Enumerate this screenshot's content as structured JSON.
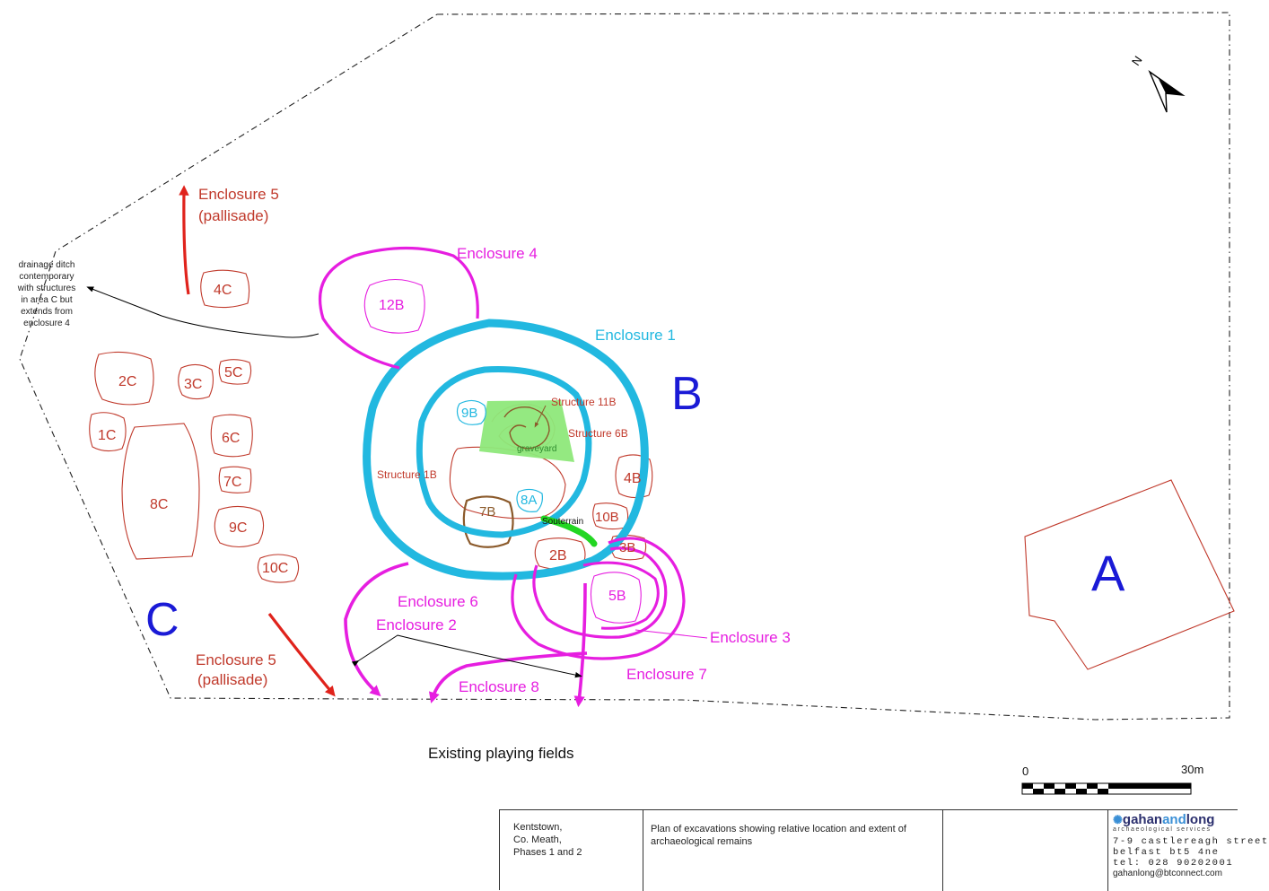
{
  "areas": {
    "a": "A",
    "b": "B",
    "c": "C"
  },
  "north": "N",
  "enclosures": {
    "e1": "Enclosure 1",
    "e2": "Enclosure 2",
    "e3": "Enclosure 3",
    "e4": "Enclosure 4",
    "e5": "Enclosure 5",
    "pallisade": "(pallisade)",
    "e6": "Enclosure 6",
    "e7": "Enclosure 7",
    "e8": "Enclosure 8"
  },
  "structures": {
    "s12b": "12B",
    "s9b": "9B",
    "s8a": "8A",
    "s7b": "7B",
    "s4b": "4B",
    "s10b": "10B",
    "s3b": "3B",
    "s2b": "2B",
    "s5b": "5B",
    "s4c": "4C",
    "s2c": "2C",
    "s3c": "3C",
    "s5c": "5C",
    "s1c": "1C",
    "s6c": "6C",
    "s7c": "7C",
    "s8c": "8C",
    "s9c": "9C",
    "s10c": "10C",
    "s11b": "Structure 11B",
    "s6b": "Structure 6B",
    "s1b": "Structure 1B",
    "souterrain": "Souterrain",
    "graveyard": "graveyard"
  },
  "drainage_note": [
    "drainage ditch",
    "contemporary",
    "with structures",
    "in area C but",
    "extends from",
    "enclosure 4"
  ],
  "playing_fields": "Existing playing fields",
  "scale": {
    "start": "0",
    "end": "30m"
  },
  "titleblock": {
    "site": [
      "Kentstown,",
      "Co. Meath,",
      "Phases 1 and 2"
    ],
    "description": "Plan of excavations showing relative location and extent of archaeological remains"
  },
  "logo": {
    "name_a": "gahan",
    "name_b": "and",
    "name_c": "long",
    "subtitle": "archaeological services",
    "address": [
      "7-9 castlereagh street",
      "belfast bt5 4ne",
      "tel: 028 90202001"
    ],
    "email": "gahanlong@btconnect.com"
  },
  "colors": {
    "cyan": "#22b8e0",
    "magenta": "#e61ee0",
    "red": "#c0392b",
    "arrow_red": "#e0231c",
    "blue": "#1a1ad6",
    "brown": "#8b5a2b",
    "green": "#22d622",
    "graveyard_fill": "#8ee87a"
  }
}
